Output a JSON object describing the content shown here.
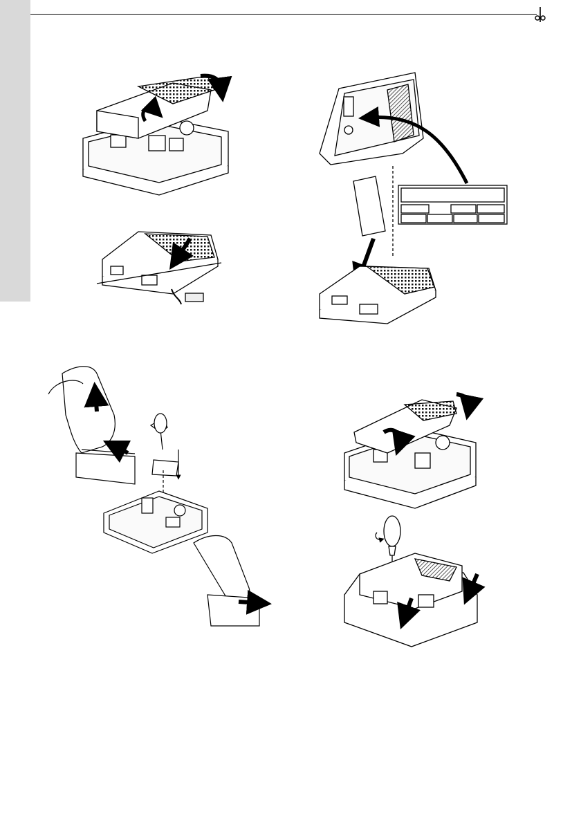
{
  "page": {
    "side_tab_color": "#d9d9d9",
    "line_color": "#000000",
    "hatch_color": "#111111"
  },
  "figures": [
    {
      "id": "fig1",
      "subject": "cover-tilted-open"
    },
    {
      "id": "fig2",
      "subject": "cover-closed-press"
    },
    {
      "id": "fig3",
      "subject": "label-insert-into-lid"
    },
    {
      "id": "fig4",
      "subject": "module-installation-with-hands"
    },
    {
      "id": "fig5",
      "subject": "cover-closing"
    },
    {
      "id": "fig6",
      "subject": "screw-tightening"
    }
  ],
  "icons": [
    "scissors-icon",
    "curved-arrow-icon",
    "straight-arrow-icon",
    "screwdriver-icon",
    "hand-icon"
  ]
}
